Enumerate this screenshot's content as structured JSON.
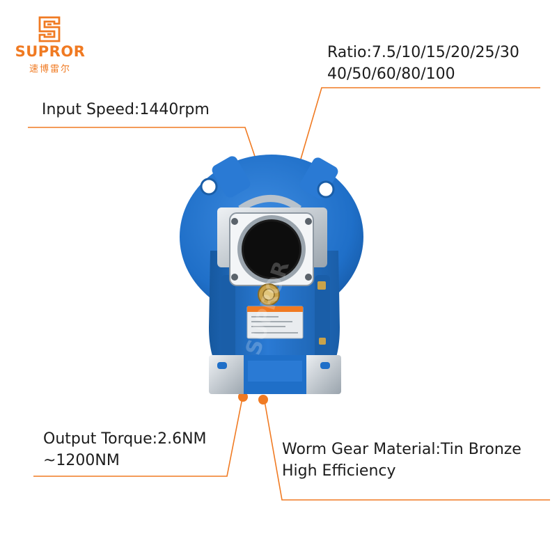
{
  "brand": {
    "name": "SUPROR",
    "chinese_name": "速博雷尔",
    "color": "#f07a22",
    "watermark": "SUPROR"
  },
  "product": {
    "body_color": "#1f6fc8",
    "nameplate_color": "#f07a22"
  },
  "callouts": {
    "ratio": {
      "line1": "Ratio:7.5/10/15/20/25/30",
      "line2": "40/50/60/80/100"
    },
    "input_speed": {
      "text": "Input Speed:1440rpm"
    },
    "output_torque": {
      "line1": "Output Torque:2.6NM",
      "line2": "~1200NM"
    },
    "worm_gear": {
      "line1": "Worm Gear Material:Tin Bronze",
      "line2": "High Efficiency"
    },
    "accent_color": "#f07a22"
  }
}
